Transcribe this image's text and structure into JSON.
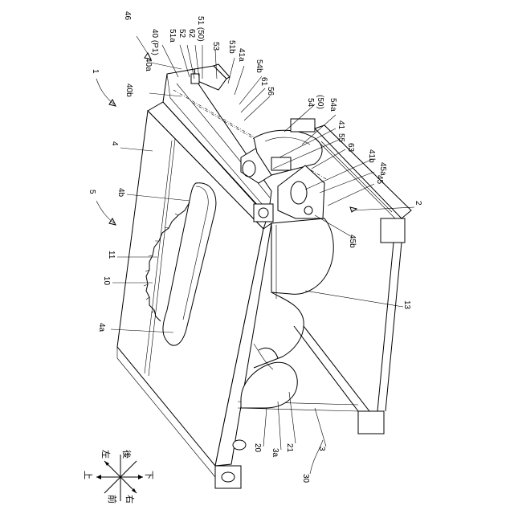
{
  "labels": {
    "l46": "46",
    "l40p1": "40 (P1)",
    "l40a": "40a",
    "l51a": "51a",
    "l52": "52",
    "l62": "62",
    "l51_50": "51 (50)",
    "l53": "53",
    "l51b": "51b",
    "l41a": "41a",
    "l54b": "54b",
    "l61": "61",
    "l56": "56",
    "l40b": "40b",
    "l1": "1",
    "l54": "54",
    "l50b": "(50)",
    "l54a": "54a",
    "l41": "41",
    "l55": "55",
    "l63": "63",
    "l41b": "41b",
    "l45a": "45a",
    "l45": "45",
    "l2": "2",
    "l4": "4",
    "l5": "5",
    "l4b": "4b",
    "l11": "11",
    "l10": "10",
    "l45b": "45b",
    "l13": "13",
    "l4a": "4a",
    "l20": "20",
    "l3a": "3a",
    "l21": "21",
    "l3": "3",
    "l30": "30"
  },
  "directions": {
    "up": "上",
    "left": "左",
    "back": "後",
    "down": "下",
    "front": "前",
    "right": "右"
  }
}
